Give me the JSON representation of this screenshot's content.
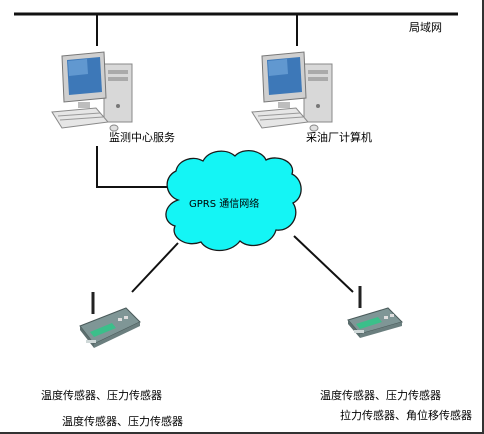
{
  "network": {
    "lan_label": "局域网",
    "cloud_label": "GPRS 通信网络"
  },
  "computers": [
    {
      "label": "监测中心服务",
      "icon": "desktop-computer-icon"
    },
    {
      "label": "采油厂计算机",
      "icon": "desktop-computer-icon"
    }
  ],
  "terminals": [
    {
      "icon": "gprs-modem-icon",
      "sensors": [
        "温度传感器、压力传感器",
        "温度传感器、压力传感器"
      ]
    },
    {
      "icon": "gprs-modem-icon",
      "sensors": [
        "温度传感器、压力传感器",
        "拉力传感器、角位移传感器"
      ]
    }
  ],
  "colors": {
    "cloud_fill": "#14f5f5",
    "cloud_stroke": "#1a1a1a",
    "line": "#111111",
    "monitor_body": "#d8d8d8",
    "monitor_screen": "#3d78b8",
    "modem_body": "#7f9696",
    "modem_panel": "#3bbf8a"
  }
}
